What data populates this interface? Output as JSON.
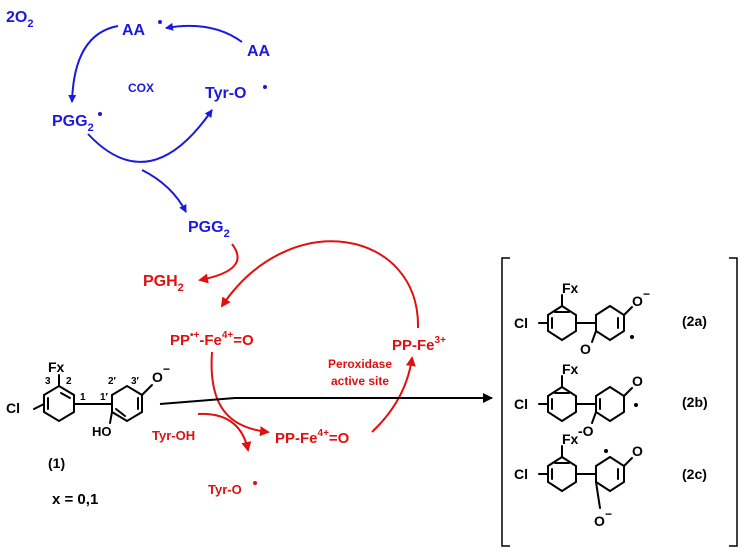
{
  "colors": {
    "cox": "#1a1adf",
    "peroxidase": "#e01010",
    "chem": "#000000"
  },
  "cox_cycle": {
    "o2": "2O",
    "o2_sub": "2",
    "aa_radical": "AA",
    "aa": "AA",
    "cox": "COX",
    "tyr_o_radical": "Tyr-O",
    "pgg2_radical": "PGG",
    "pgg2_radical_sub": "2",
    "pgg2": "PGG",
    "pgg2_sub": "2"
  },
  "peroxidase_cycle": {
    "pgh2": "PGH",
    "pgh2_sub": "2",
    "compound1_left": "PP",
    "compound1_sup1": "•+",
    "compound1_mid": "-Fe",
    "compound1_sup2": "4+",
    "compound1_right": "=O",
    "fe3_left": "PP-Fe",
    "fe3_sup": "3+",
    "compound2_left": "PP-Fe",
    "compound2_sup": "4+",
    "compound2_right": "=O",
    "site_line1": "Peroxidase",
    "site_line2": "active site",
    "tyr_oh": "Tyr-OH",
    "tyr_o": "Tyr-O"
  },
  "substrate": {
    "fx": "Fx",
    "cl": "Cl",
    "ho": "HO",
    "o_minus": "O",
    "num3": "3",
    "num2": "2",
    "num1": "1",
    "num2p": "2′",
    "num1p": "1′",
    "num3p": "3′",
    "label": "(1)",
    "x_note": "x = 0,1"
  },
  "products": {
    "a": {
      "label": "(2a)",
      "fx": "Fx",
      "cl": "Cl",
      "o_top": "O",
      "o_bottom": "O"
    },
    "b": {
      "label": "(2b)",
      "fx": "Fx",
      "cl": "Cl",
      "o_top": "O",
      "o_bottom": "-O"
    },
    "c": {
      "label": "(2c)",
      "fx": "Fx",
      "cl": "Cl",
      "o_top": "O",
      "o_bottom": "O"
    }
  }
}
